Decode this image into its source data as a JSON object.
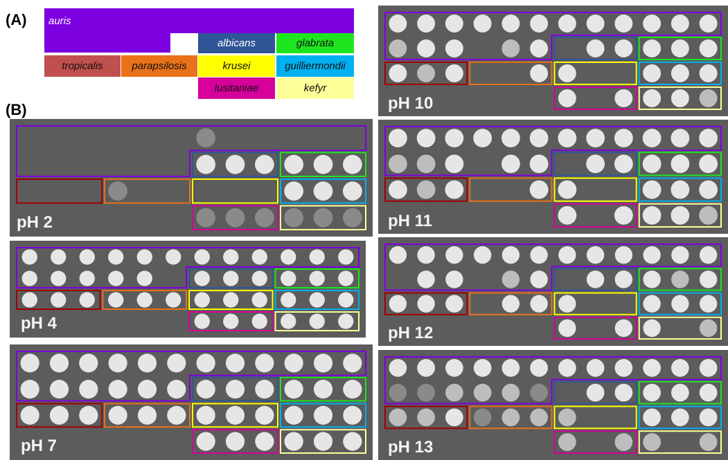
{
  "panels": {
    "a": "(A)",
    "b": "(B)"
  },
  "species": {
    "auris": "auris",
    "albicans": "albicans",
    "glabrata": "glabrata",
    "tropicalis": "tropicalis",
    "parapsilosis": "parapsilosis",
    "krusei": "krusei",
    "guilliermondii": "guilliermondii",
    "lusitaniae": "lusitaniae",
    "kefyr": "kefyr"
  },
  "colors": {
    "auris": "#7d00e0",
    "albicans": "#2f5597",
    "glabrata": "#1ee61e",
    "tropicalis": "#c0504d",
    "parapsilosis": "#e8711a",
    "krusei": "#ffff00",
    "guilliermondii": "#00b0f0",
    "lusitaniae": "#d6009a",
    "kefyr": "#ffff99",
    "tropicalis_outline": "#a00000"
  },
  "plates": [
    {
      "label": "pH 2"
    },
    {
      "label": "pH 4"
    },
    {
      "label": "pH 7"
    },
    {
      "label": "pH 10"
    },
    {
      "label": "pH 11"
    },
    {
      "label": "pH 12"
    },
    {
      "label": "pH 13"
    }
  ]
}
